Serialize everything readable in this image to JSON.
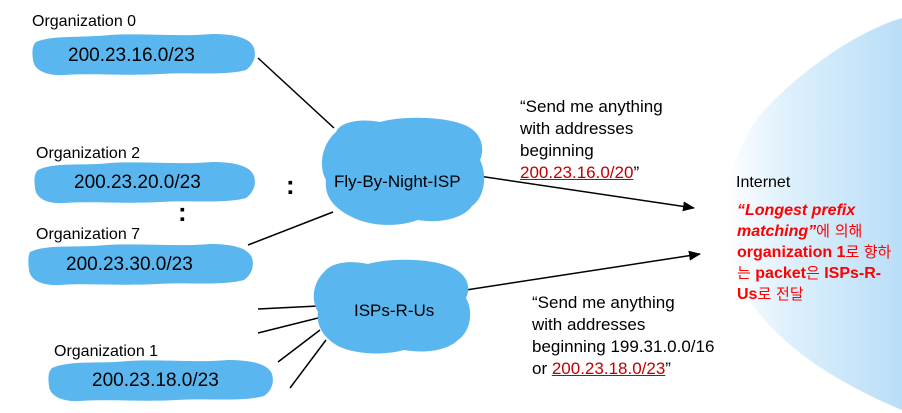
{
  "colors": {
    "cloud": "#5ab6ef",
    "line": "#000000",
    "highlight": "#c00000",
    "note": "#ff0000"
  },
  "organizations": [
    {
      "label": "Organization 0",
      "prefix": "200.23.16.0/23"
    },
    {
      "label": "Organization 2",
      "prefix": "200.23.20.0/23"
    },
    {
      "label": "Organization 7",
      "prefix": "200.23.30.0/23"
    },
    {
      "label": "Organization 1",
      "prefix": "200.23.18.0/23"
    }
  ],
  "isps": [
    {
      "name": "Fly-By-Night-ISP"
    },
    {
      "name": "ISPs-R-Us"
    }
  ],
  "messages": {
    "fly": {
      "line1": "“Send me anything",
      "line2": "with addresses",
      "line3": "beginning",
      "prefix": "200.23.16.0/20",
      "close": "”"
    },
    "rus": {
      "line1": "“Send me anything",
      "line2": "with addresses",
      "line3": "beginning 199.31.0.0/16",
      "or": "or ",
      "prefix": "200.23.18.0/23",
      "close": "”"
    }
  },
  "internet": {
    "title": "Internet",
    "note": {
      "part1": "“Longest prefix matching”",
      "part2": "에 의해",
      "part3": "organization 1",
      "part4": "로",
      "part5": "향하는",
      "part6": "packet",
      "part7": "은",
      "part8": "ISPs-R-Us",
      "part9": "로 전달"
    }
  },
  "ellipsis": ":"
}
